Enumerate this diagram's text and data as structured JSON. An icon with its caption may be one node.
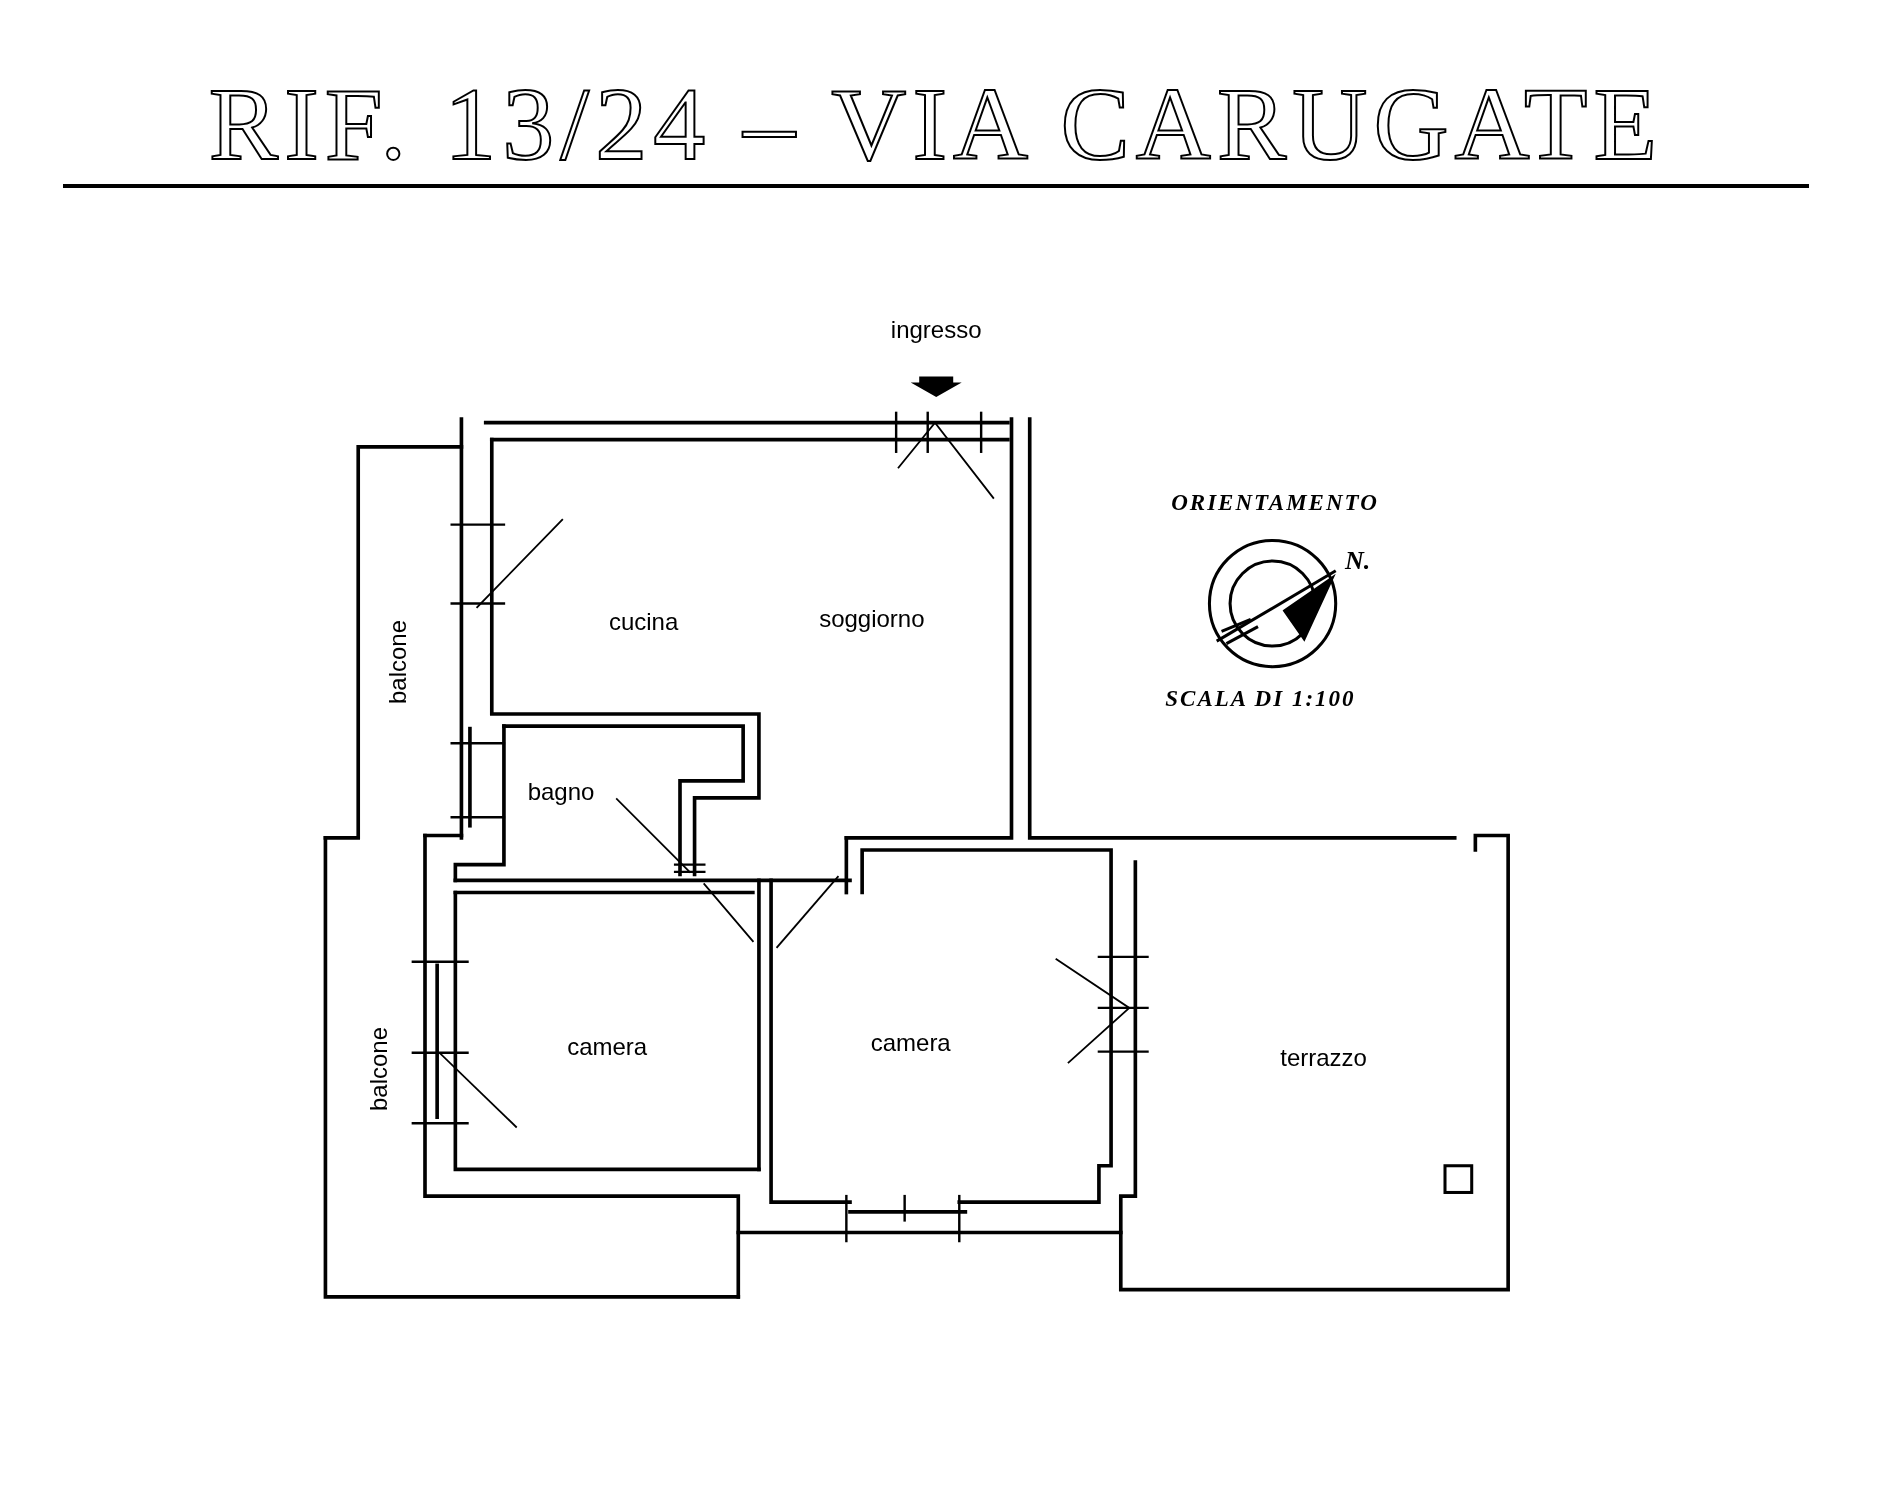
{
  "diagram": {
    "title": "RIF. 13/24 – VIA CARUGATE",
    "labels": [
      "ingresso",
      "ORIENTAMENTO",
      "N.",
      "cucina",
      "soggiorno",
      "balcone",
      "SCALA DI 1:100",
      "bagno",
      "camera",
      "camera",
      "terrazzo",
      "balcone"
    ]
  }
}
